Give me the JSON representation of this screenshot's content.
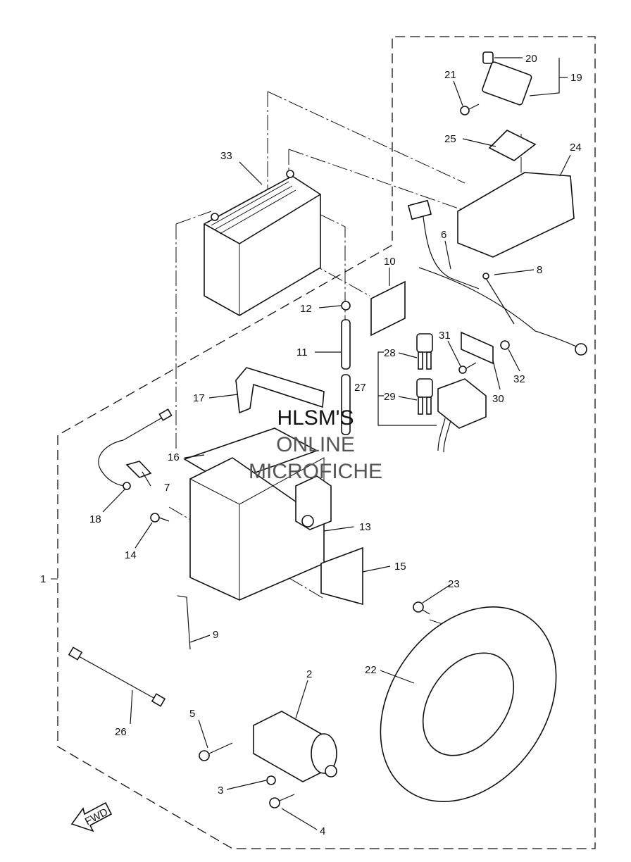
{
  "watermark": {
    "line1": "HLSM'S",
    "line2": "ONLINE",
    "line3": "MICROFICHE"
  },
  "fwd_badge": "FWD",
  "callouts": [
    {
      "id": "1",
      "text": "1"
    },
    {
      "id": "2",
      "text": "2"
    },
    {
      "id": "3",
      "text": "3"
    },
    {
      "id": "4",
      "text": "4"
    },
    {
      "id": "5",
      "text": "5"
    },
    {
      "id": "6",
      "text": "6"
    },
    {
      "id": "7",
      "text": "7"
    },
    {
      "id": "8",
      "text": "8"
    },
    {
      "id": "9",
      "text": "9"
    },
    {
      "id": "10",
      "text": "10"
    },
    {
      "id": "11",
      "text": "11"
    },
    {
      "id": "12",
      "text": "12"
    },
    {
      "id": "13",
      "text": "13"
    },
    {
      "id": "14",
      "text": "14"
    },
    {
      "id": "15",
      "text": "15"
    },
    {
      "id": "16",
      "text": "16"
    },
    {
      "id": "17",
      "text": "17"
    },
    {
      "id": "18",
      "text": "18"
    },
    {
      "id": "19",
      "text": "19"
    },
    {
      "id": "20",
      "text": "20"
    },
    {
      "id": "21",
      "text": "21"
    },
    {
      "id": "22",
      "text": "22"
    },
    {
      "id": "23",
      "text": "23"
    },
    {
      "id": "24",
      "text": "24"
    },
    {
      "id": "25",
      "text": "25"
    },
    {
      "id": "26",
      "text": "26"
    },
    {
      "id": "27",
      "text": "27"
    },
    {
      "id": "28",
      "text": "28"
    },
    {
      "id": "29",
      "text": "29"
    },
    {
      "id": "30",
      "text": "30"
    },
    {
      "id": "31",
      "text": "31"
    },
    {
      "id": "32",
      "text": "32"
    },
    {
      "id": "33",
      "text": "33"
    }
  ]
}
